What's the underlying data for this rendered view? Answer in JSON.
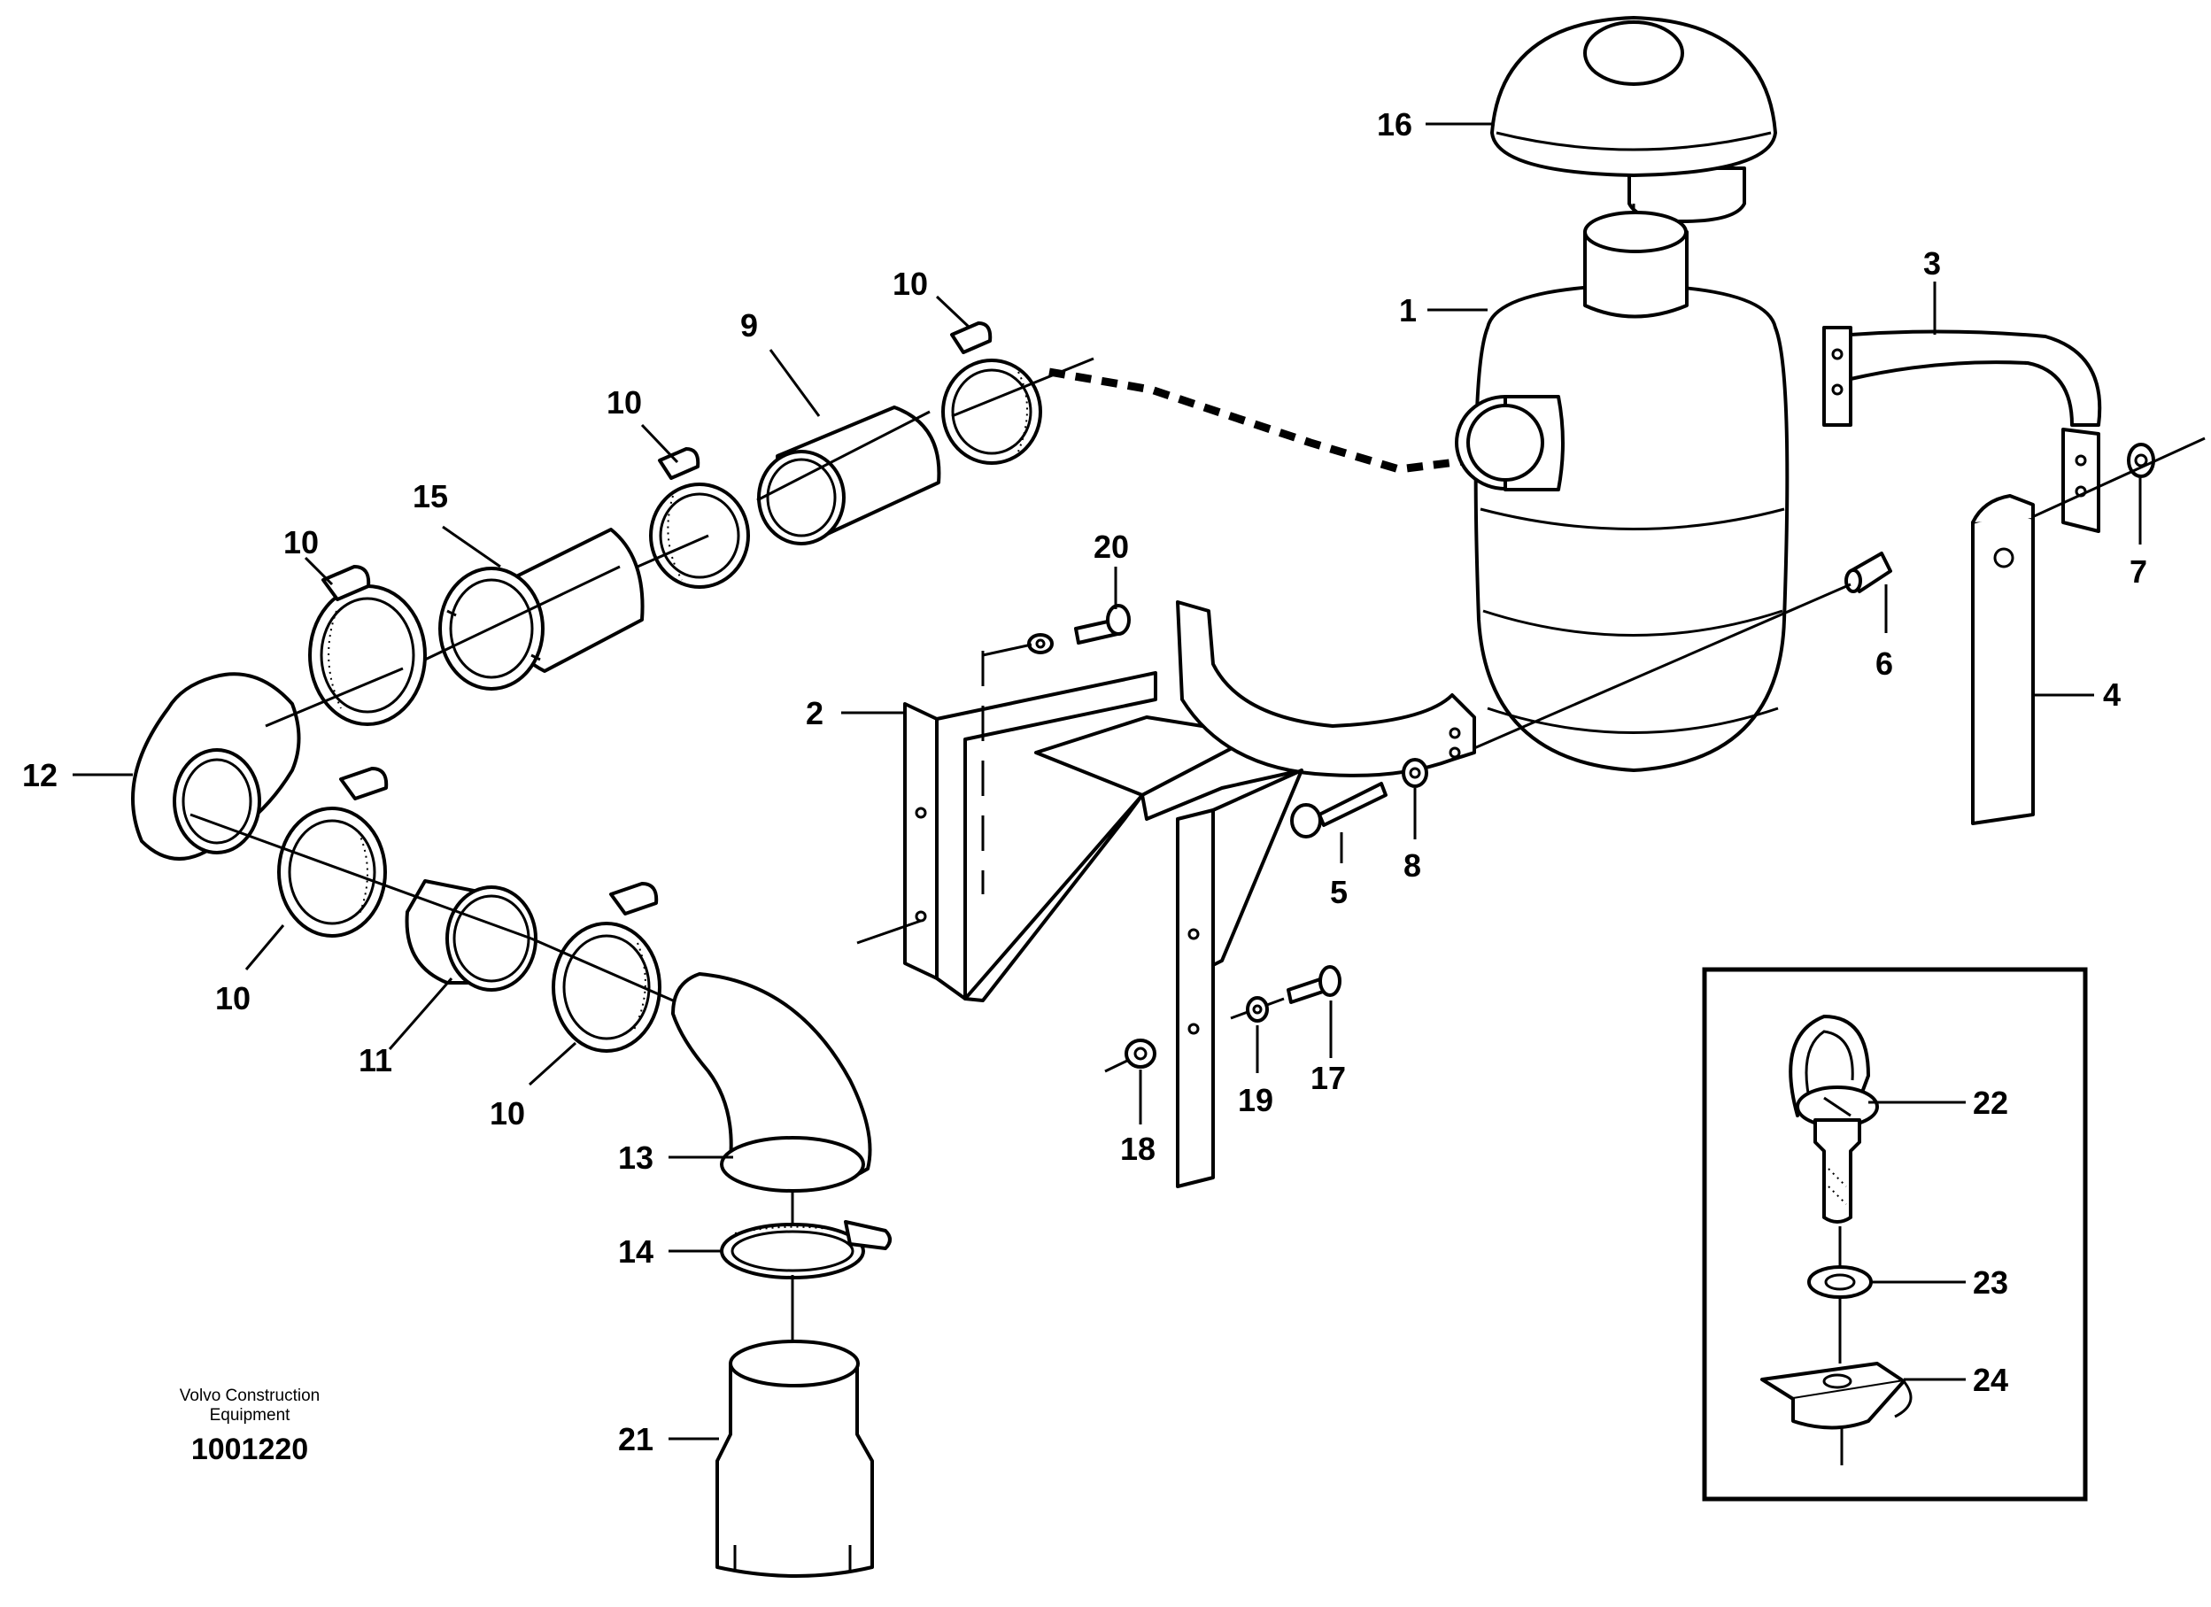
{
  "callouts": {
    "c1": "1",
    "c2": "2",
    "c3": "3",
    "c4": "4",
    "c5": "5",
    "c6": "6",
    "c7": "7",
    "c8": "8",
    "c9": "9",
    "c10a": "10",
    "c10b": "10",
    "c10c": "10",
    "c10d": "10",
    "c10e": "10",
    "c11": "11",
    "c12": "12",
    "c13": "13",
    "c14": "14",
    "c15": "15",
    "c16": "16",
    "c17": "17",
    "c18": "18",
    "c19": "19",
    "c20": "20",
    "c21": "21",
    "c22": "22",
    "c23": "23",
    "c24": "24"
  },
  "footer": {
    "company_line1": "Volvo Construction",
    "company_line2": "Equipment",
    "drawing_number": "1001220"
  }
}
